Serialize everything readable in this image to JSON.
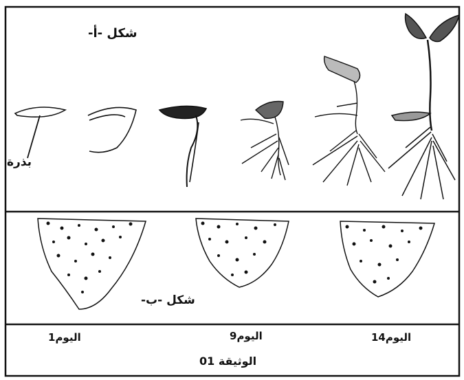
{
  "figure_a": {
    "label": "شكل -أ-",
    "seed_label": "بذرة"
  },
  "figure_b": {
    "label": "شكل -ب-"
  },
  "days": [
    {
      "label": "اليوم1"
    },
    {
      "label": "اليوم9"
    },
    {
      "label": "اليوم14"
    }
  ],
  "document_title": "الوثيقة 01",
  "colors": {
    "ink": "#111111",
    "paper": "#ffffff"
  }
}
